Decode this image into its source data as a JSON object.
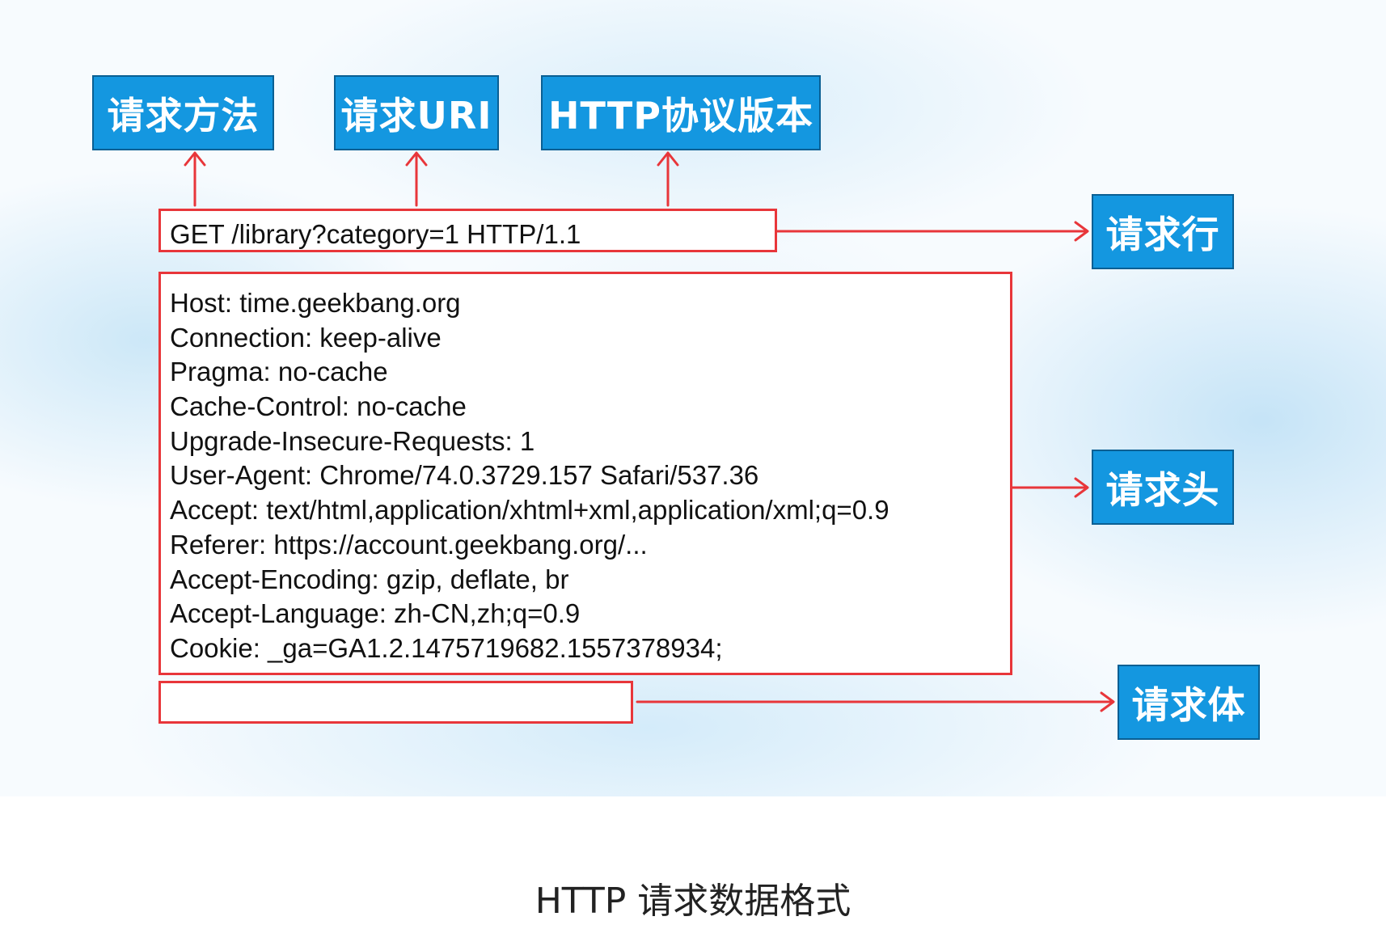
{
  "labels": {
    "method": "请求方法",
    "uri": "请求URI",
    "version": "HTTP协议版本",
    "request_line": "请求行",
    "request_headers": "请求头",
    "request_body": "请求体"
  },
  "request_line": "GET /library?category=1 HTTP/1.1",
  "headers": [
    "Host: time.geekbang.org",
    "Connection: keep-alive",
    "Pragma: no-cache",
    "Cache-Control: no-cache",
    "Upgrade-Insecure-Requests: 1",
    "User-Agent: Chrome/74.0.3729.157 Safari/537.36",
    "Accept: text/html,application/xhtml+xml,application/xml;q=0.9",
    "Referer: https://account.geekbang.org/...",
    "Accept-Encoding: gzip, deflate, br",
    "Accept-Language: zh-CN,zh;q=0.9",
    "Cookie: _ga=GA1.2.1475719682.1557378934;"
  ],
  "body": "",
  "caption": "HTTP 请求数据格式",
  "colors": {
    "label_fill": "#1497e0",
    "label_border": "#0a5f93",
    "box_border": "#e8363a",
    "arrow": "#e8363a"
  }
}
